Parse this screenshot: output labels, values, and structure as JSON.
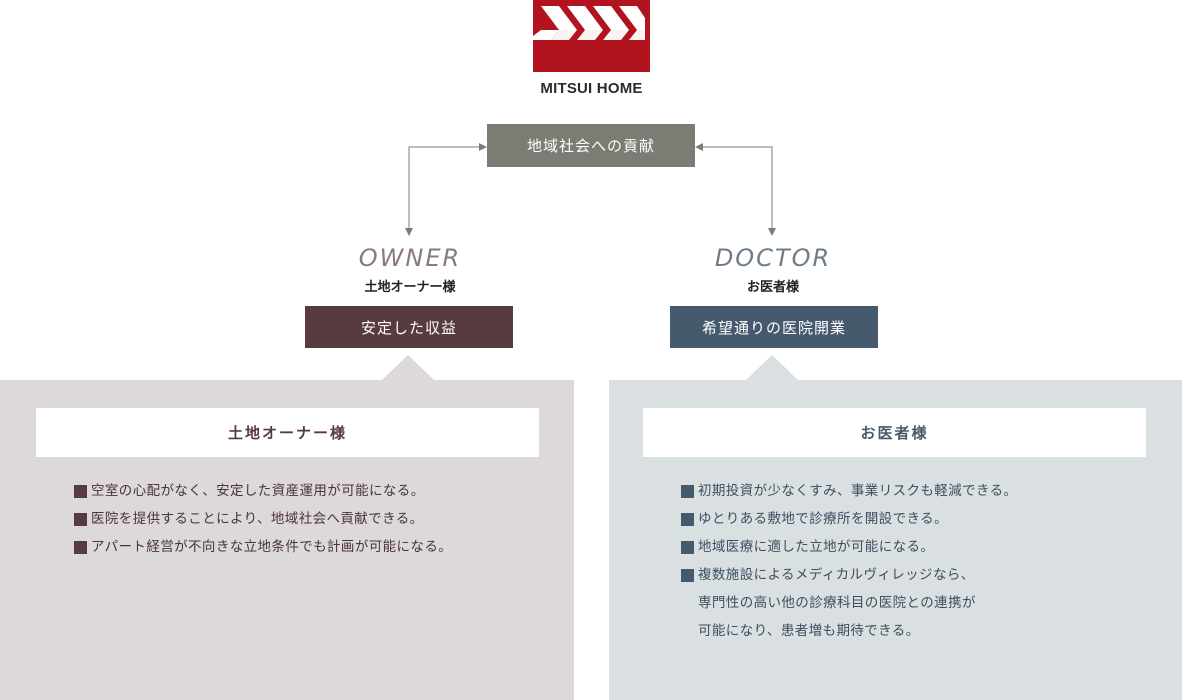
{
  "logo": {
    "text": "MITSUI HOME",
    "mark_color": "#b1131f"
  },
  "center": {
    "label": "地域社会への貢献",
    "color": "#7b7c73"
  },
  "owner": {
    "en": "OWNER",
    "ja": "土地オーナー様",
    "benefit": "安定した収益",
    "panel_title": "土地オーナー様",
    "accent": "#583a41",
    "panel_bg": "#ddd8d9",
    "items": [
      [
        "空室の心配がなく、安定した資産運用が可能になる。"
      ],
      [
        "医院を提供することにより、地域社会へ貢献できる。"
      ],
      [
        "アパート経営が不向きな立地条件でも計画が可能になる。"
      ]
    ]
  },
  "doctor": {
    "en": "DOCTOR",
    "ja": "お医者様",
    "benefit": "希望通りの医院開業",
    "panel_title": "お医者様",
    "accent": "#465a6d",
    "panel_bg": "#dadfe1",
    "items": [
      [
        "初期投資が少なくすみ、事業リスクも軽減できる。"
      ],
      [
        "ゆとりある敷地で診療所を開設できる。"
      ],
      [
        "地域医療に適した立地が可能になる。"
      ],
      [
        "複数施設によるメディカルヴィレッジなら、",
        "専門性の高い他の診療科目の医院との連携が",
        "可能になり、患者増も期待できる。"
      ]
    ]
  }
}
